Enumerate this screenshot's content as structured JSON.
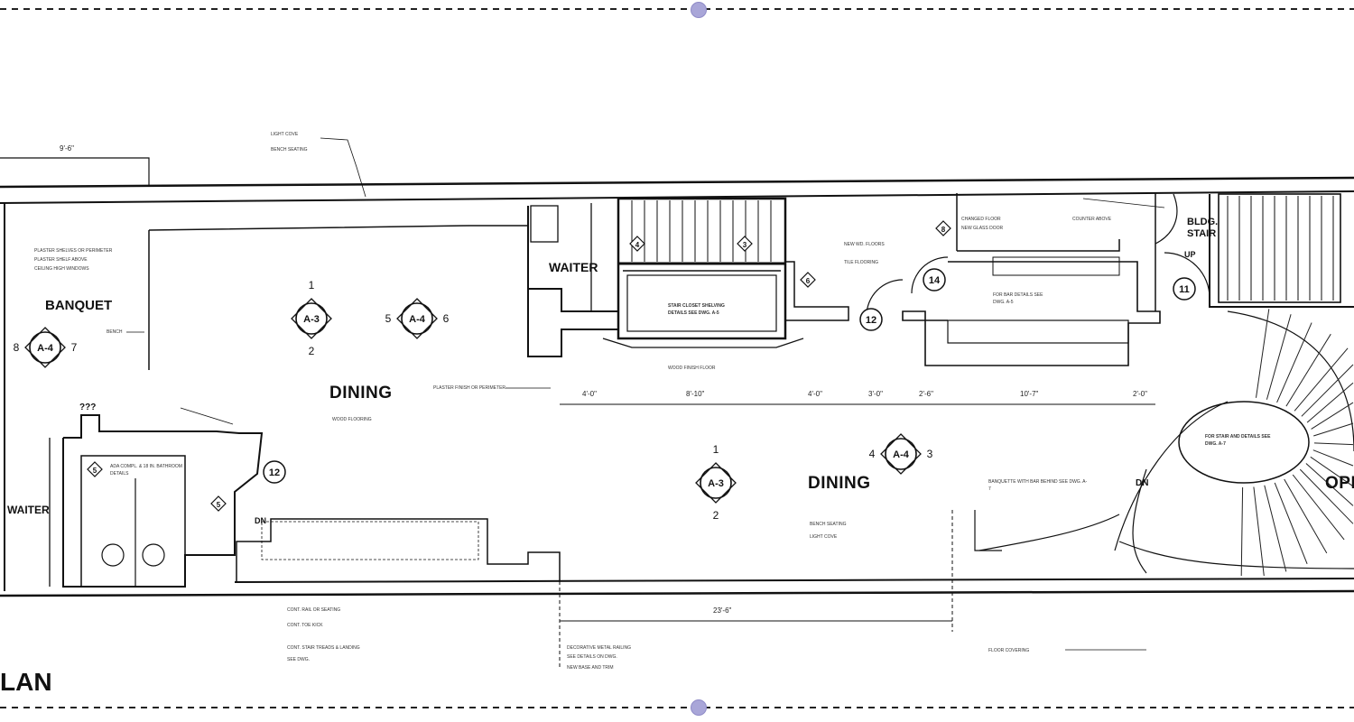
{
  "rooms": {
    "banquet": "BANQUET",
    "dining_left": "DINING",
    "dining_center": "DINING",
    "waiter_left": "WAITER",
    "waiter_mid": "WAITER",
    "blog_stair": "BLDG. STAIR",
    "open": "OPE"
  },
  "section_marks": [
    {
      "id": "A-4",
      "left": "8",
      "right": "7"
    },
    {
      "id": "A-3",
      "top": "1",
      "bottom": "2"
    },
    {
      "id": "A-4",
      "left": "5",
      "right": "6"
    },
    {
      "id": "A-3",
      "top": "1",
      "bottom": "2"
    },
    {
      "id": "A-4",
      "left": "4",
      "right": "3"
    }
  ],
  "door_tags": [
    "12",
    "12",
    "14",
    "11",
    "4",
    "5",
    "3",
    "6",
    "5",
    "8"
  ],
  "dimensions": [
    "4'-0\"",
    "8'-10\"",
    "4'-0\"",
    "3'-0\"",
    "2'-6\"",
    "10'-7\"",
    "2'-0\"",
    "23'-6\"",
    "9'-6\""
  ],
  "small_marks": {
    "dn_left": "DN",
    "dn_right": "DN",
    "up": "UP",
    "question": "???"
  },
  "notes": [
    "LIGHT COVE",
    "BENCH SEATING",
    "PLASTER SHELVES OR PERIMETER",
    "PLASTER SHELF ABOVE",
    "CEILING HIGH WINDOWS",
    "BENCH",
    "WOOD FLOORING",
    "PLASTER FINISH OR PERIMETER",
    "STAIR CLOSET SHELVING DETAILS SEE DWG. A-5",
    "WOOD FINISH FLOOR",
    "NEW WD. FLOORS",
    "TILE FLOORING",
    "CHANGED FLOOR",
    "NEW GLASS DOOR",
    "COUNTER ABOVE",
    "FOR BAR DETAILS SEE DWG. A-5",
    "BANQUETTE WITH BAR BEHIND SEE DWG. A-7",
    "BENCH SEATING",
    "LIGHT COVE",
    "FOR STAIR AND DETAILS SEE DWG. A-7",
    "ADA COMPL. & 18 IN. BATHROOM DETAILS",
    "CONT. RAIL OR SEATING",
    "CONT. TOE KICK",
    "CONT. STAIR TREADS & LANDING",
    "SEE DWG.",
    "DECORATIVE METAL RAILING",
    "SEE DETAILS ON DWG.",
    "NEW BASE AND TRIM",
    "FLOOR COVERING"
  ],
  "plan_title": "LAN"
}
